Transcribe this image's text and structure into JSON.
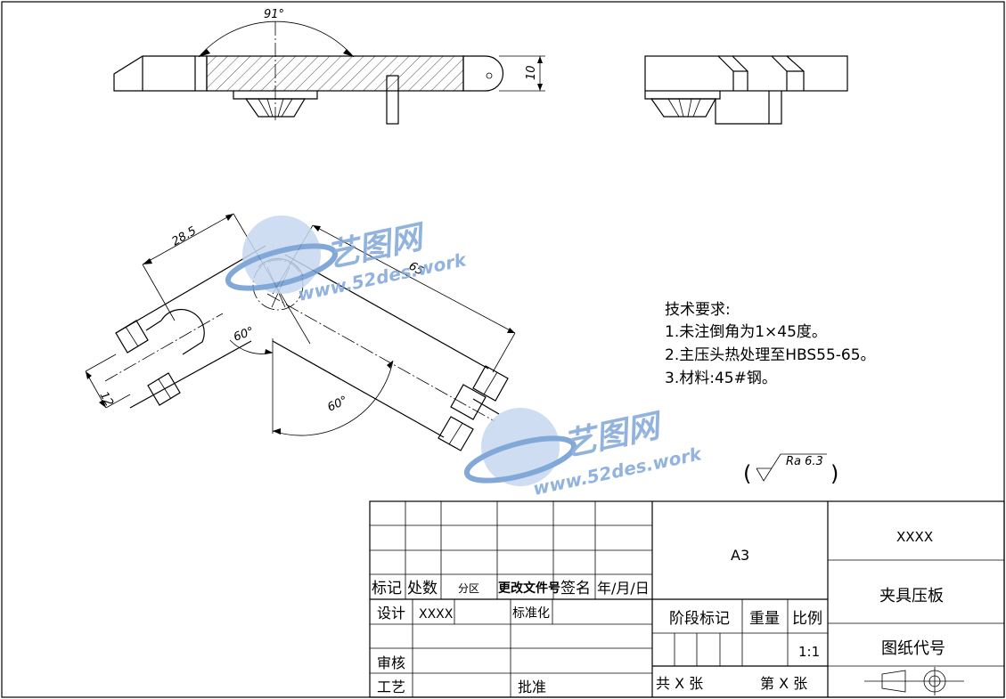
{
  "drawing": {
    "dimensions": {
      "angle_top": "91°",
      "thickness": "10",
      "len_short": "28.5",
      "len_long": "65",
      "width": "12",
      "angle_left": "60°",
      "angle_bottom": "60°"
    },
    "roughness": "Ra 6.3",
    "roughness_open": "(",
    "roughness_close": ")"
  },
  "tech_requirements": {
    "title": "技术要求:",
    "items": [
      "1.未注倒角为1×45度。",
      "2.主压头热处理至HBS55-65。",
      "3.材料:45#钢。"
    ]
  },
  "watermark": {
    "brand": "艺图网",
    "url": "www.52des.work"
  },
  "title_block": {
    "rev_headers": [
      "标记",
      "处数",
      "分区",
      "更改文件号",
      "签名",
      "年/月/日"
    ],
    "design_label": "设计",
    "design_value": "XXXX",
    "standardize_label": "标准化",
    "review_label": "审核",
    "process_label": "工艺",
    "approve_label": "批准",
    "sheet_size": "A3",
    "stage_label": "阶段标记",
    "weight_label": "重量",
    "scale_label": "比例",
    "scale_value": "1:1",
    "total_sheets": "共 X 张",
    "sheet_no": "第 X 张",
    "company": "XXXX",
    "part_name": "夹具压板",
    "drawing_no_label": "图纸代号"
  }
}
